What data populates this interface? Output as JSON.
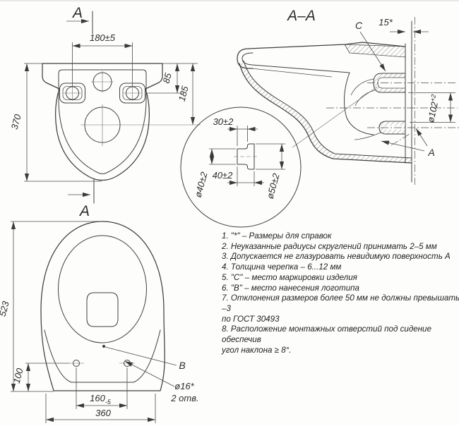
{
  "drawing": {
    "section_title": "А–А",
    "rear": {
      "section_arrow_top": "А",
      "section_arrow_bottom": "А",
      "dim_mount_holes": "180±5",
      "dim_height": "370",
      "dim_inlet_offset": "85",
      "dim_outlet_offset": "185"
    },
    "section": {
      "mark_c": "С",
      "dim_wall_flange": "15*",
      "dim_outlet_dia": "ø102",
      "dim_outlet_dia_tol": "+2",
      "surface_label": "А"
    },
    "detail": {
      "dim_neck_length": "30±2",
      "dim_total_length": "40±2",
      "dim_inner_dia": "ø40±2",
      "dim_outer_dia": "ø50±2"
    },
    "top": {
      "dim_length": "523",
      "dim_hole_offset": "100",
      "dim_hole_spacing": "160",
      "dim_hole_spacing_tol": "-5",
      "dim_width": "360",
      "dim_seat_hole_dia": "ø16*",
      "dim_seat_hole_count": "2 отв.",
      "mark_b": "B"
    }
  },
  "notes": [
    "1. \"*\" – Размеры для справок",
    "2. Неуказанные радиусы скруглений принимать 2–5 мм",
    "3. Допускается не глазуровать невидимую поверхность А",
    "4. Толщина черепка – 6...12 мм",
    "5. \"С\" – место маркировки изделия",
    "6. \"В\" – место нанесения логотипа",
    "7. Отклонения размеров более 50 мм не должны превышать –3\nпо ГОСТ 30493",
    "8. Расположение монтажных отверстий под сидение обеспечив\nугол наклона ≥ 8°."
  ]
}
